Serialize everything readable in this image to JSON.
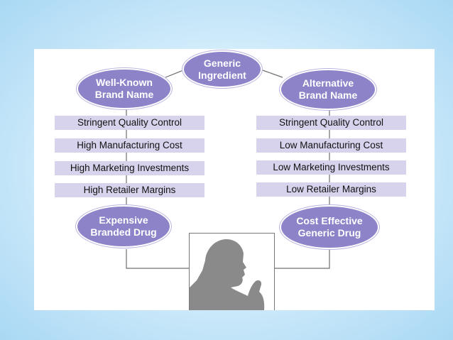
{
  "colors": {
    "oval_fill": "#8c83c8",
    "box_fill": "#d7d3ec",
    "connector": "#6f6f6f",
    "silhouette": "#8a8a8a",
    "background": "#a9d8f4"
  },
  "top_node": "Generic\nIngredient",
  "left": {
    "header": "Well-Known\nBrand Name",
    "items": [
      "Stringent Quality Control",
      "High Manufacturing Cost",
      "High Marketing Investments",
      "High Retailer Margins"
    ],
    "result": "Expensive\nBranded Drug"
  },
  "right": {
    "header": "Alternative\nBrand Name",
    "items": [
      "Stringent Quality Control",
      "Low Manufacturing Cost",
      "Low Marketing Investments",
      "Low Retailer Margins"
    ],
    "result": "Cost Effective\nGeneric Drug"
  },
  "image": {
    "icon": "thinking-person-silhouette-icon"
  }
}
